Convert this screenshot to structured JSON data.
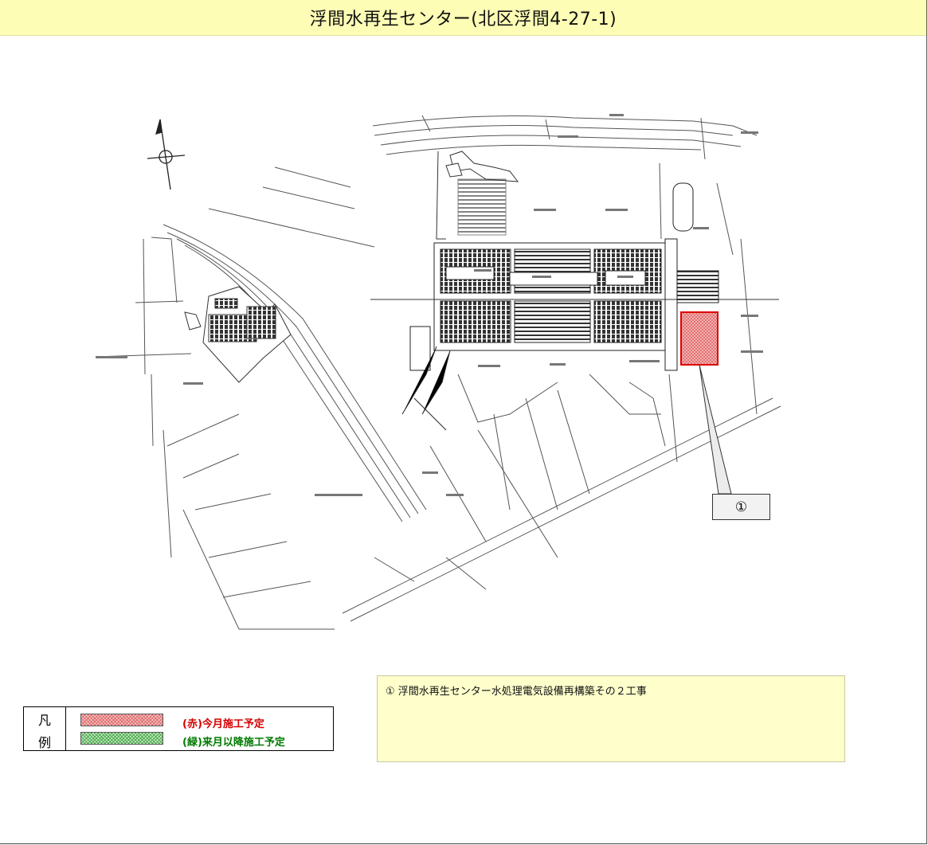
{
  "title": "浮間水再生センター(北区浮間4-27-1)",
  "legend": {
    "head_top": "凡",
    "head_bottom": "例",
    "items": [
      {
        "label": "(赤)今月施工予定",
        "color": "#d40000"
      },
      {
        "label": "(緑)来月以降施工予定",
        "color": "#007a00"
      }
    ]
  },
  "work_areas": [
    {
      "marker": "①",
      "status": "今月施工予定",
      "color": "#e00000"
    }
  ],
  "notes": [
    {
      "text": "①  浮間水再生センター水処理電気設備再構築その２工事"
    }
  ]
}
